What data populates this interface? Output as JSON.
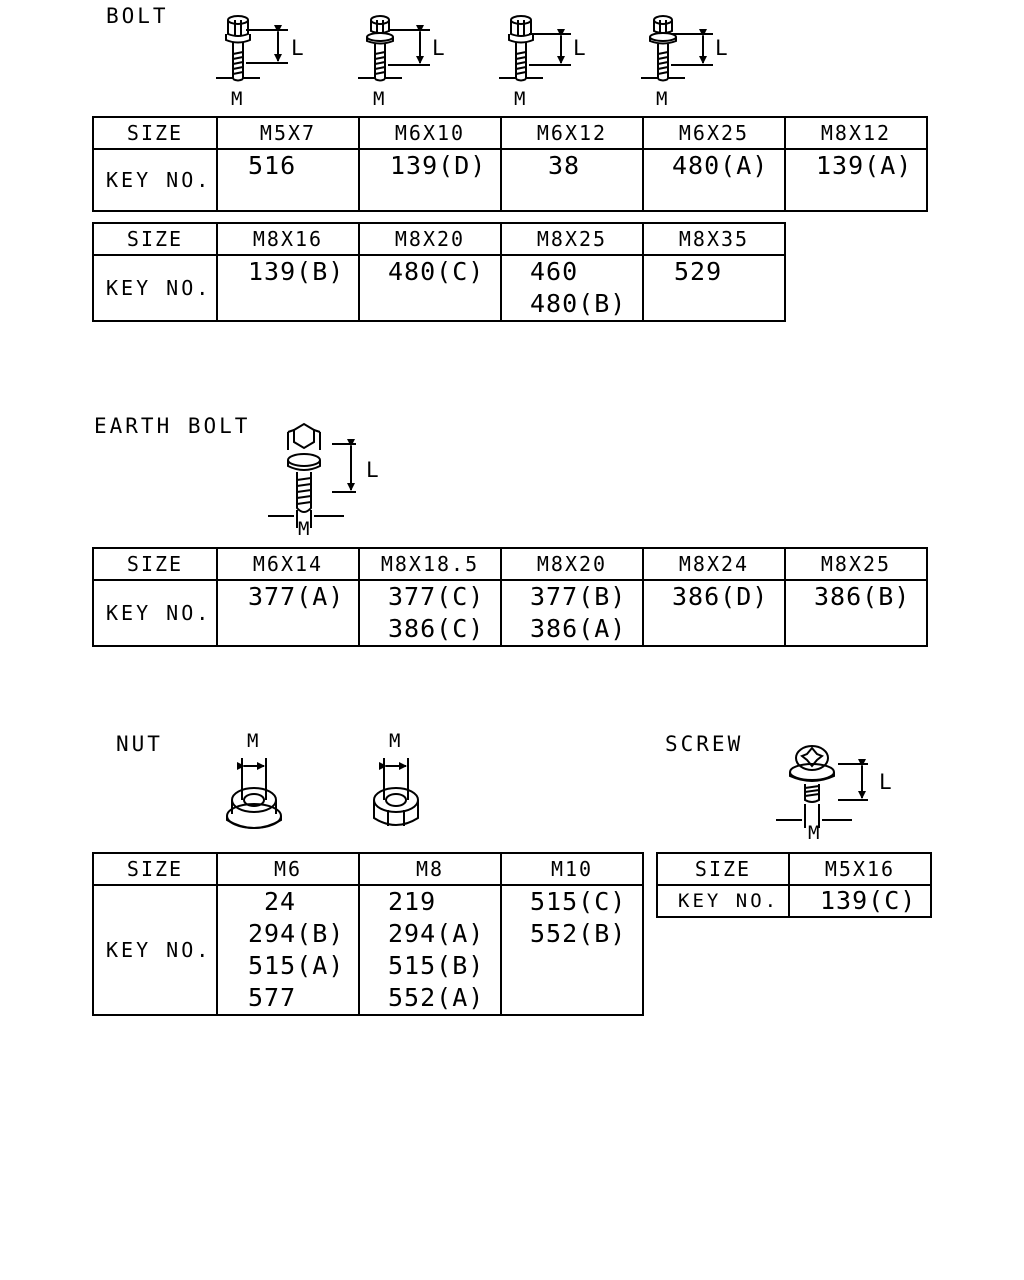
{
  "bolt": {
    "title": "BOLT",
    "dim_l": "L",
    "dim_m": "M",
    "row_header": "SIZE",
    "key_header": "KEY NO.",
    "table1": [
      {
        "size": "M5X7",
        "keys": [
          "516"
        ]
      },
      {
        "size": "M6X10",
        "keys": [
          "139(D)"
        ]
      },
      {
        "size": "M6X12",
        "keys": [
          "38"
        ]
      },
      {
        "size": "M6X25",
        "keys": [
          "480(A)"
        ]
      },
      {
        "size": "M8X12",
        "keys": [
          "139(A)"
        ]
      }
    ],
    "table2": [
      {
        "size": "M8X16",
        "keys": [
          "139(B)"
        ]
      },
      {
        "size": "M8X20",
        "keys": [
          "480(C)"
        ]
      },
      {
        "size": "M8X25",
        "keys": [
          "460",
          "480(B)"
        ]
      },
      {
        "size": "M8X35",
        "keys": [
          "529"
        ]
      }
    ]
  },
  "earth_bolt": {
    "title": "EARTH BOLT",
    "dim_l": "L",
    "dim_m": "M",
    "row_header": "SIZE",
    "key_header": "KEY NO.",
    "table": [
      {
        "size": "M6X14",
        "keys": [
          "377(A)"
        ]
      },
      {
        "size": "M8X18.5",
        "keys": [
          "377(C)",
          "386(C)"
        ]
      },
      {
        "size": "M8X20",
        "keys": [
          "377(B)",
          "386(A)"
        ]
      },
      {
        "size": "M8X24",
        "keys": [
          "386(D)"
        ]
      },
      {
        "size": "M8X25",
        "keys": [
          "386(B)"
        ]
      }
    ]
  },
  "nut": {
    "title": "NUT",
    "dim_m": "M",
    "row_header": "SIZE",
    "key_header": "KEY NO.",
    "table": [
      {
        "size": "M6",
        "keys": [
          "24",
          "294(B)",
          "515(A)",
          "577"
        ]
      },
      {
        "size": "M8",
        "keys": [
          "219",
          "294(A)",
          "515(B)",
          "552(A)"
        ]
      },
      {
        "size": "M10",
        "keys": [
          "515(C)",
          "552(B)"
        ]
      }
    ]
  },
  "screw": {
    "title": "SCREW",
    "dim_l": "L",
    "dim_m": "M",
    "row_header": "SIZE",
    "key_header": "KEY NO.",
    "table": [
      {
        "size": "M5X16",
        "keys": [
          "139(C)"
        ]
      }
    ]
  }
}
